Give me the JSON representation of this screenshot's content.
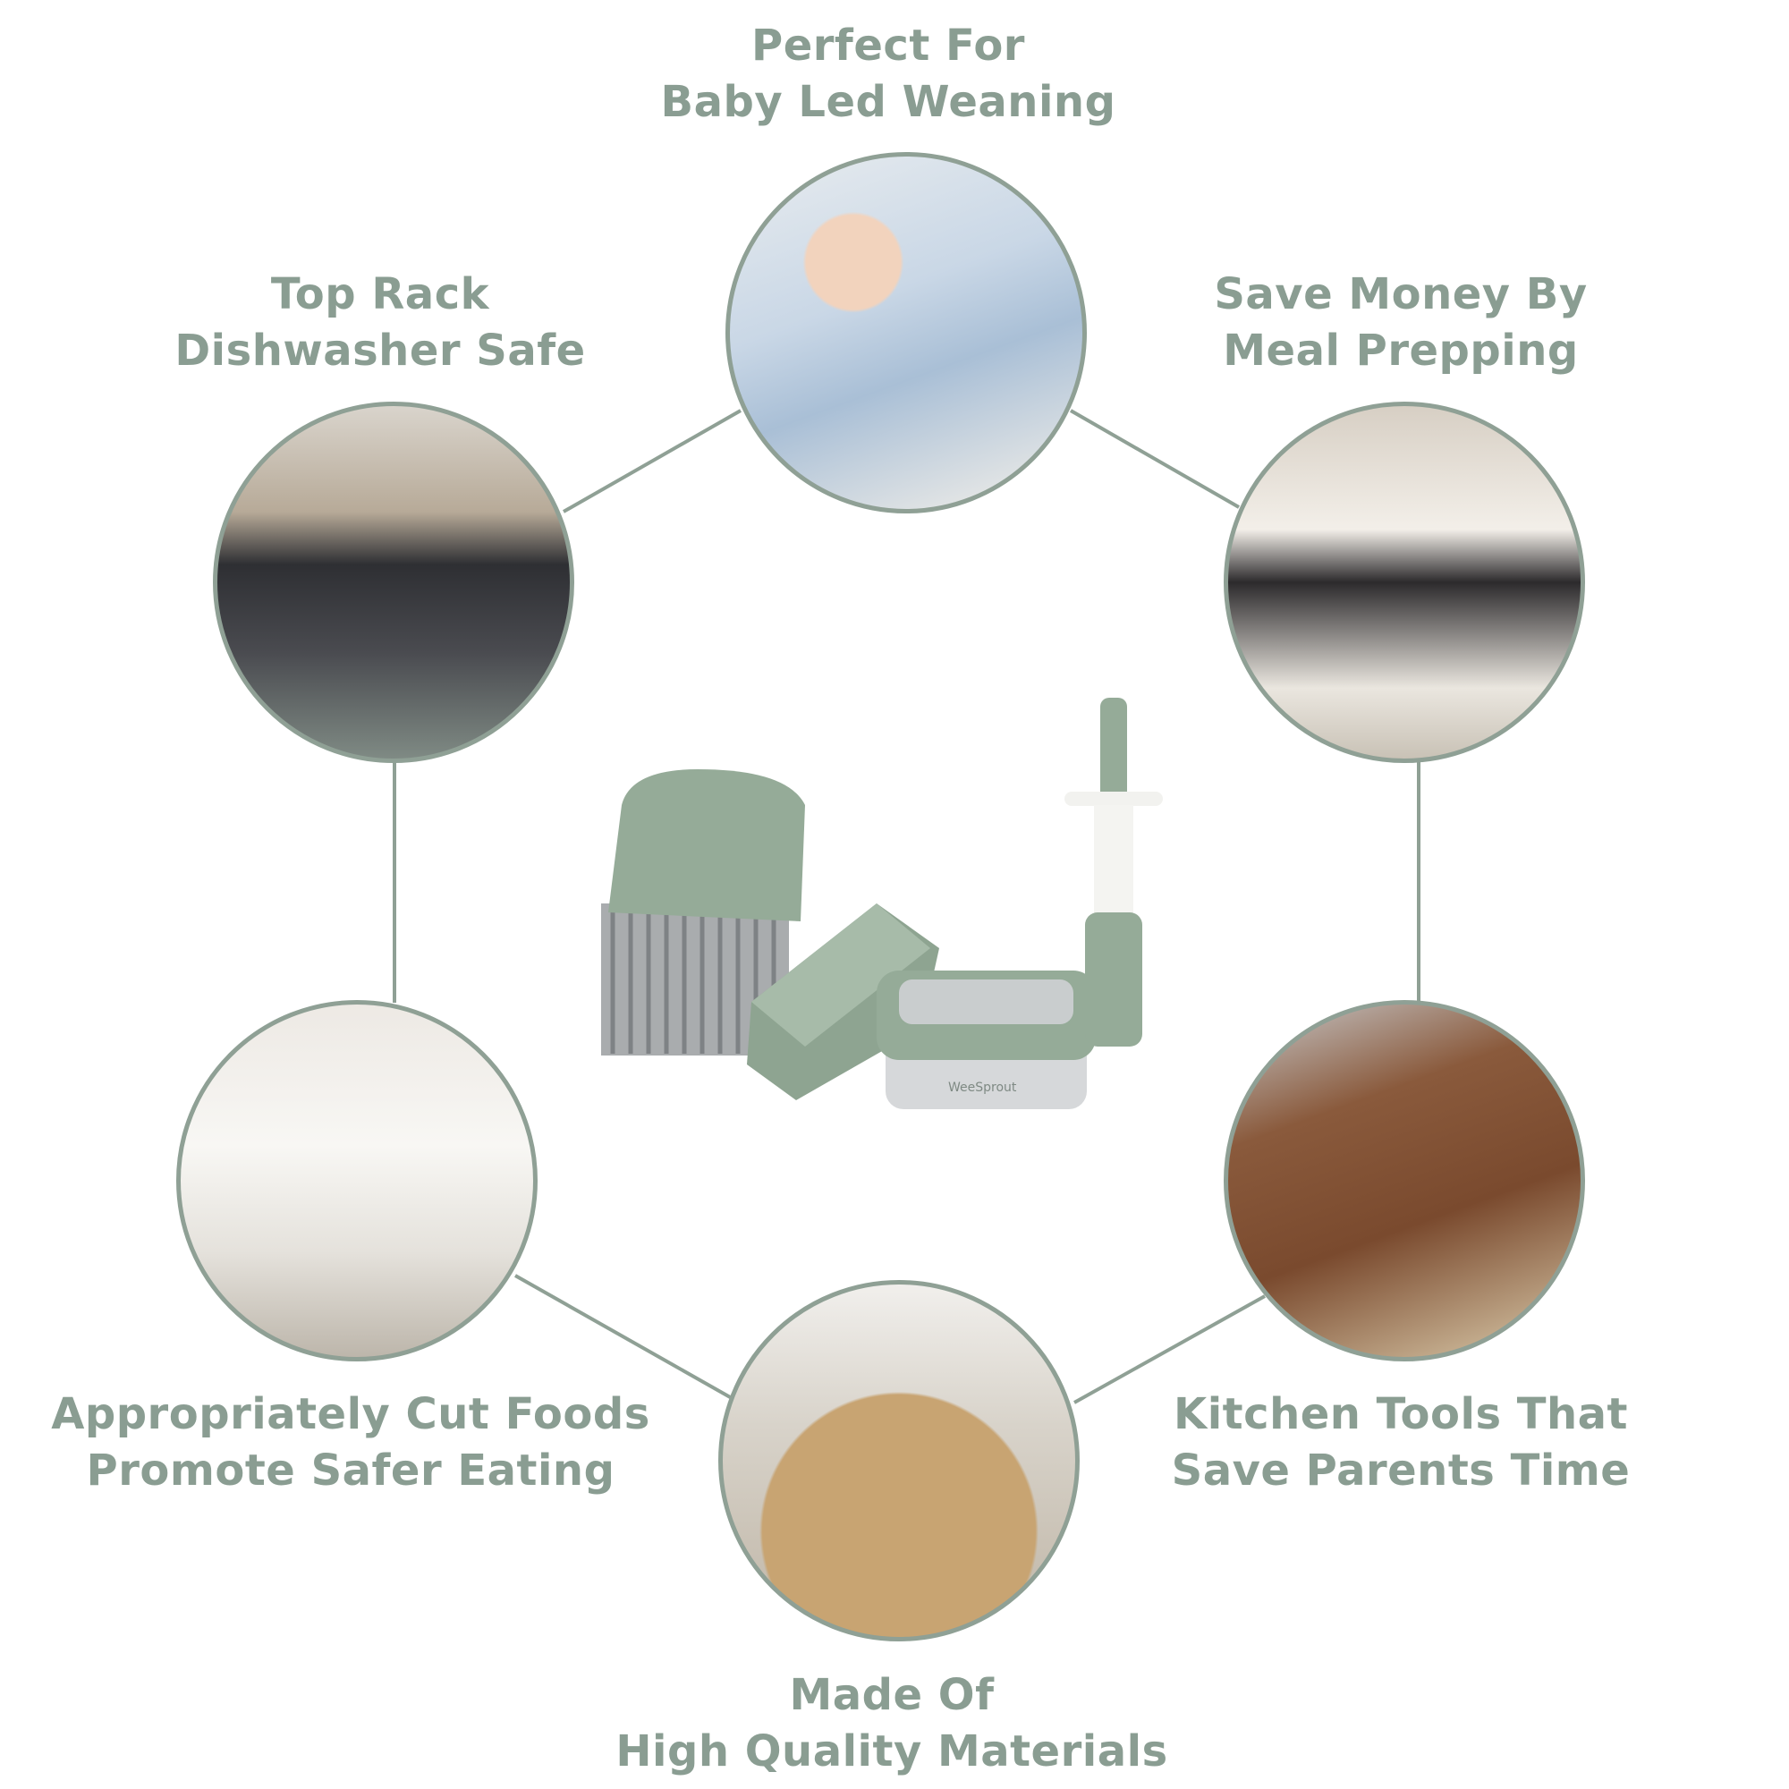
{
  "features": [
    {
      "id": "top",
      "lines": [
        "Perfect For",
        "Baby Led Weaning"
      ]
    },
    {
      "id": "top-left",
      "lines": [
        "Top Rack",
        "Dishwasher Safe"
      ]
    },
    {
      "id": "top-right",
      "lines": [
        "Save Money By",
        "Meal Prepping"
      ]
    },
    {
      "id": "bottom-left",
      "lines": [
        "Appropriately Cut Foods",
        "Promote Safer Eating"
      ]
    },
    {
      "id": "bottom-right",
      "lines": [
        "Kitchen Tools That",
        "Save Parents Time"
      ]
    },
    {
      "id": "bottom",
      "lines": [
        "Made Of",
        "High Quality Materials"
      ]
    }
  ],
  "product": {
    "brand": "WeeSprout"
  },
  "colors": {
    "text": "#8a9d92",
    "accent": "#8fa095",
    "product_green": "#95ab98"
  }
}
